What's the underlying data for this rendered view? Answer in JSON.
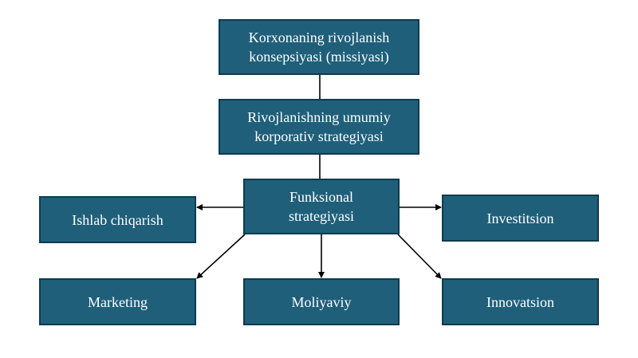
{
  "nodes": {
    "mission": {
      "line1": "Korxonaning rivojlanish",
      "line2": "konsepsiyasi (missiyasi)"
    },
    "corporate": {
      "line1": "Rivojlanishning umumiy",
      "line2": "korporativ strategiyasi"
    },
    "functional": {
      "line1": "Funksional",
      "line2": "strategiyasi"
    },
    "production": "Ishlab chiqarish",
    "investment": "Investitsion",
    "marketing": "Marketing",
    "finance": "Moliyaviy",
    "innovation": "Innovatsion"
  },
  "colors": {
    "box_fill": "#1f5f7a",
    "box_border": "#0d3b50",
    "box_text": "#ffffff",
    "connector": "#000000"
  }
}
